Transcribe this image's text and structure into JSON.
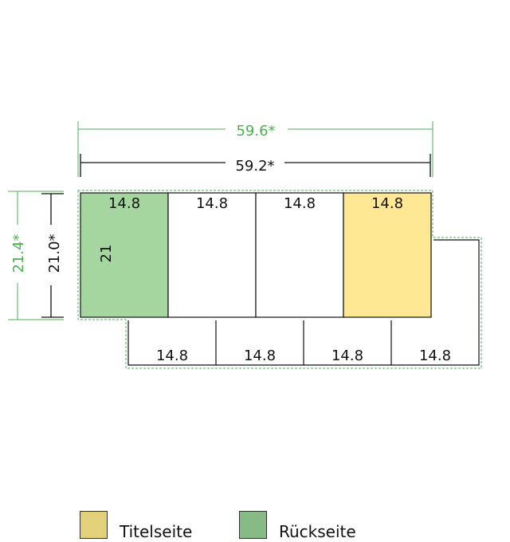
{
  "dimensions": {
    "total_width_outer": "59.6*",
    "total_width_inner": "59.2*",
    "total_height_outer": "21.4*",
    "total_height_inner": "21.0*",
    "panel_height": "21"
  },
  "top_row": {
    "panels": [
      {
        "label": "14.8",
        "role": "back",
        "color": "#a5d6a0"
      },
      {
        "label": "14.8",
        "role": "plain",
        "color": "#ffffff"
      },
      {
        "label": "14.8",
        "role": "plain",
        "color": "#ffffff"
      },
      {
        "label": "14.8",
        "role": "front",
        "color": "#ffe893"
      }
    ]
  },
  "bottom_row": {
    "panels": [
      {
        "label": "14.8"
      },
      {
        "label": "14.8"
      },
      {
        "label": "14.8"
      },
      {
        "label": "14.8"
      }
    ]
  },
  "legend": {
    "front": {
      "label": "Titelseite",
      "color": "#e3d07a"
    },
    "back": {
      "label": "Rückseite",
      "color": "#86bb85"
    }
  },
  "colors": {
    "dimension_green": "#4caf50",
    "bleed_dashed": "#4caf50",
    "line": "#111111"
  }
}
